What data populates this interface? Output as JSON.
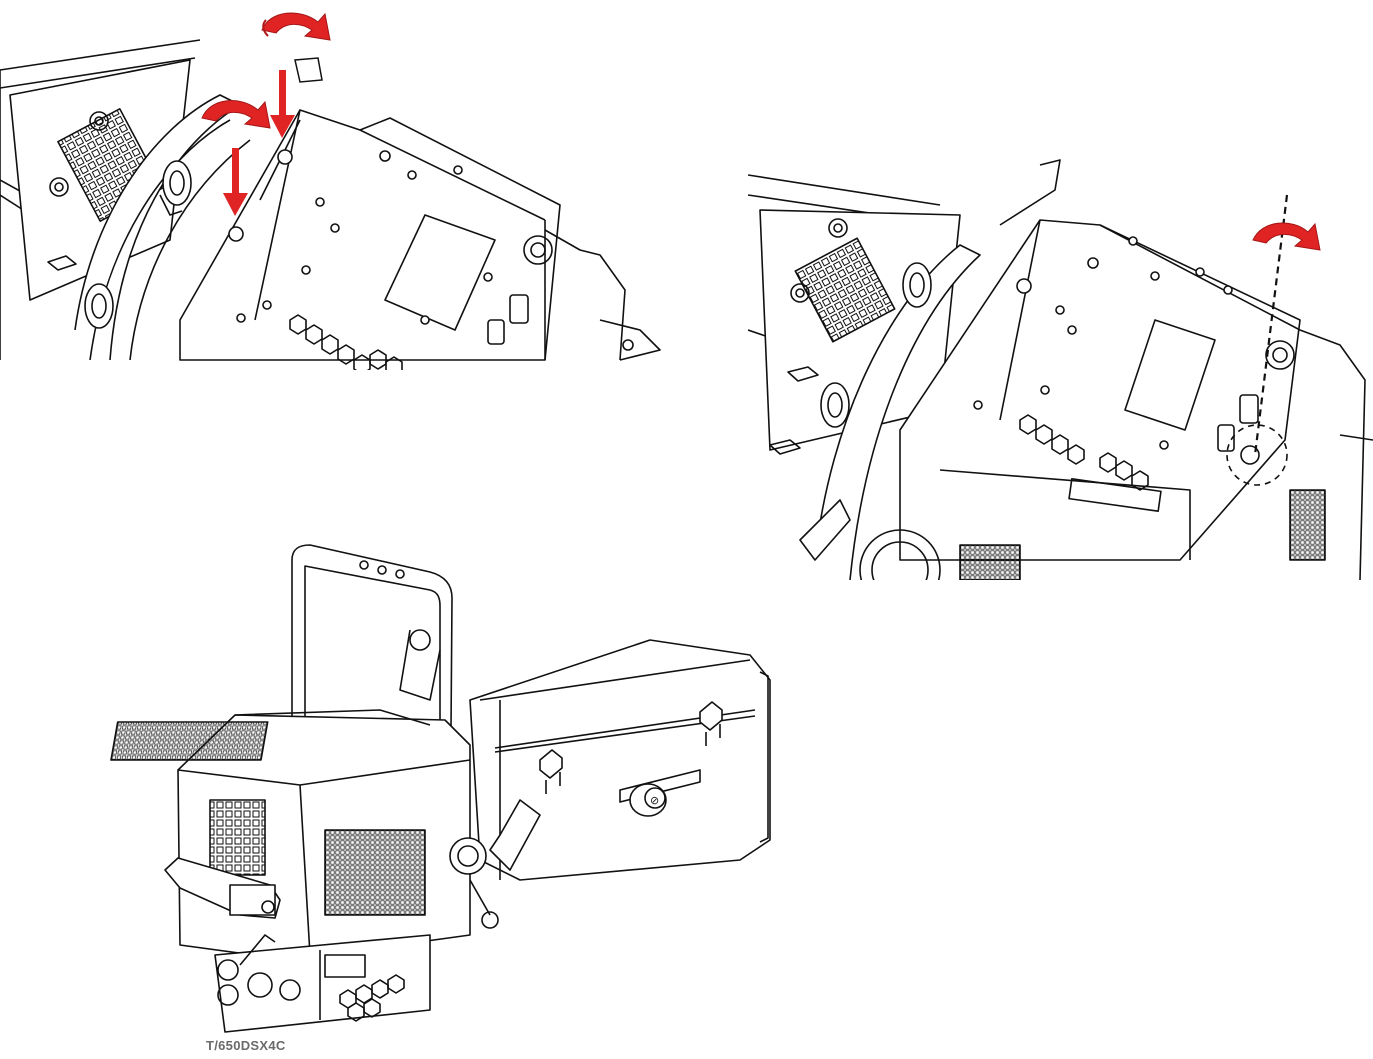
{
  "figure": {
    "caption": "T/650DSX4C",
    "colors": {
      "line": "#111111",
      "arrow_red": "#e02424",
      "arrow_red_dark": "#b01818",
      "background": "#ffffff"
    },
    "panels": [
      {
        "id": "top-left",
        "icons": [
          "rotate-arrow-icon",
          "down-arrow-icon"
        ]
      },
      {
        "id": "top-right",
        "icons": [
          "rotate-arrow-icon",
          "dashed-axis-line"
        ]
      },
      {
        "id": "bottom",
        "subject": "spotlight-fixture"
      }
    ]
  }
}
